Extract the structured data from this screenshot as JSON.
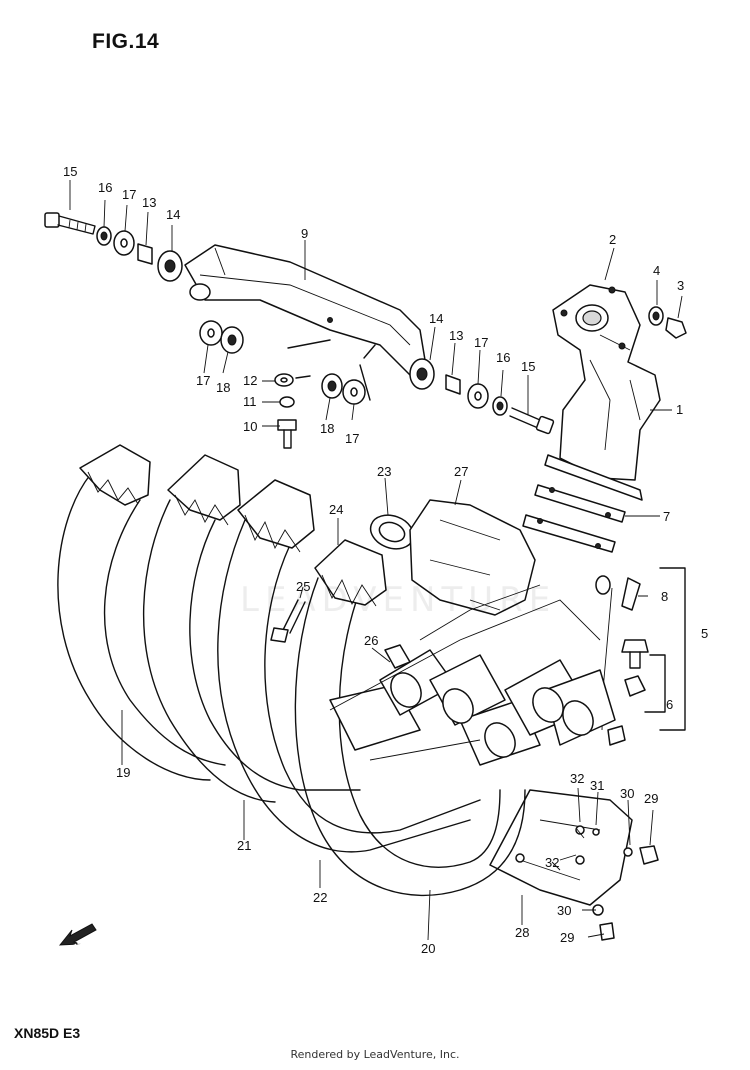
{
  "figure": {
    "title": "FIG.14",
    "model_code": "XN85D E3",
    "credit": "Rendered by LeadVenture, Inc.",
    "watermark": "LEADVENTURE"
  },
  "callouts": [
    "1",
    "2",
    "3",
    "4",
    "5",
    "6",
    "7",
    "8",
    "9",
    "10",
    "11",
    "12",
    "13",
    "14",
    "15",
    "16",
    "17",
    "18",
    "19",
    "20",
    "21",
    "22",
    "23",
    "24",
    "25",
    "26",
    "27",
    "28",
    "29",
    "30",
    "31",
    "32"
  ],
  "fwd_arrow_label": "FWD"
}
